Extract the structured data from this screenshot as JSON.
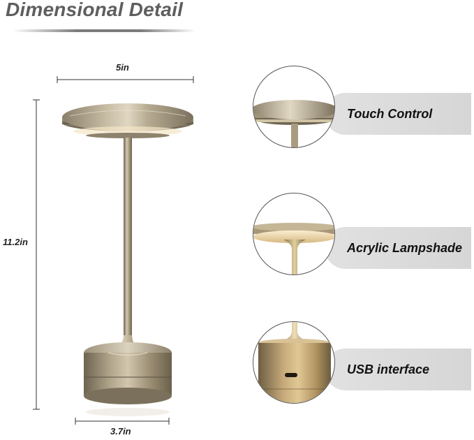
{
  "header": {
    "title": "Dimensional Detail"
  },
  "dimensions": {
    "width_top": "5in",
    "height": "11.2in",
    "base_width": "3.7in"
  },
  "features": [
    {
      "label": "Touch Control"
    },
    {
      "label": "Acrylic Lampshade"
    },
    {
      "label": "USB interface"
    }
  ],
  "colors": {
    "metal_light": "#d8cdb6",
    "metal_mid": "#a89b80",
    "metal_dark": "#6d6350",
    "pill_bg": "#dcdcdc",
    "title_gray": "#5e5e5e"
  }
}
